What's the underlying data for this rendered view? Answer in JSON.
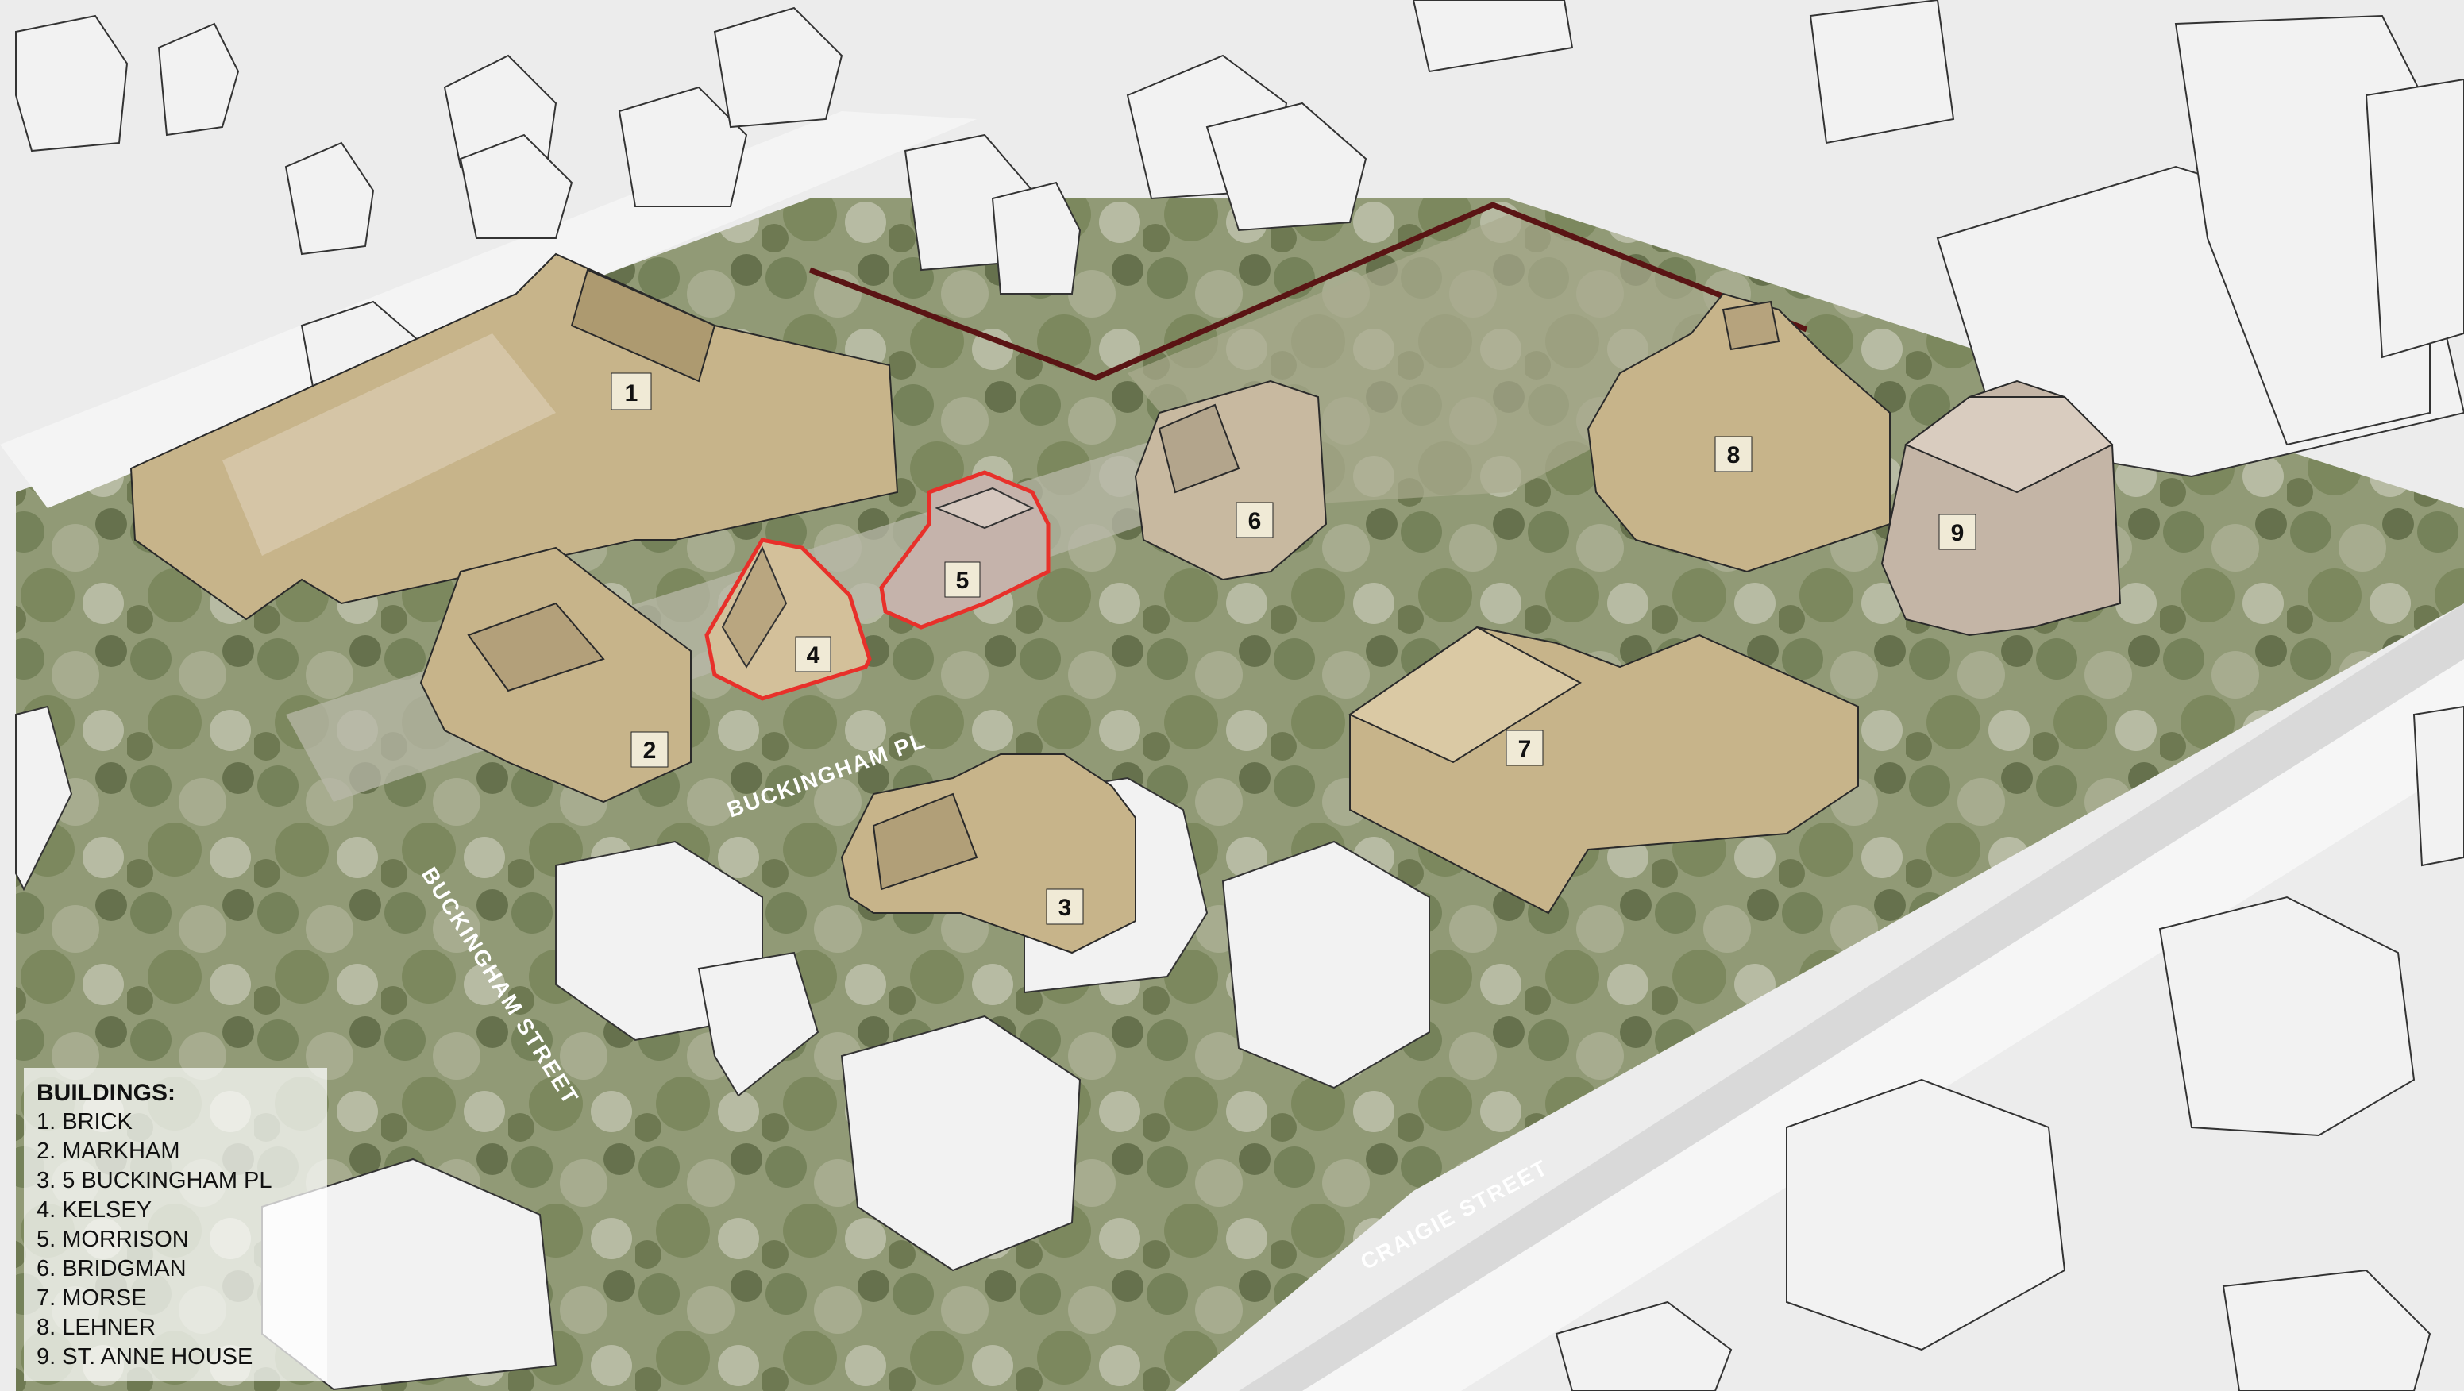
{
  "buildings": [
    {
      "number": "1",
      "fill": "#c7b48a"
    },
    {
      "number": "2",
      "fill": "#c7b48a"
    },
    {
      "number": "3",
      "fill": "#c7b48a"
    },
    {
      "number": "4",
      "fill": "#d3c09a",
      "highlighted": true
    },
    {
      "number": "5",
      "fill": "#c5b3ab",
      "highlighted": true
    },
    {
      "number": "6",
      "fill": "#c8b9a0"
    },
    {
      "number": "7",
      "fill": "#c7b48a"
    },
    {
      "number": "8",
      "fill": "#c7b48a"
    },
    {
      "number": "9",
      "fill": "#c4b5a6"
    }
  ],
  "streets": {
    "buckingham_pl": "BUCKINGHAM PL",
    "buckingham_street": "BUCKINGHAM STREET",
    "craigie_street": "CRAIGIE STREET"
  },
  "legend": {
    "title": "BUILDINGS:",
    "items": [
      "1. BRICK",
      "2. MARKHAM",
      "3. 5 BUCKINGHAM PL",
      "4. KELSEY",
      "5. MORRISON",
      "6. BRIDGMAN",
      "7. MORSE",
      "8. LEHNER",
      "9. ST. ANNE HOUSE"
    ]
  },
  "colors": {
    "highlight_outline": "#e8302a",
    "boundary_line": "#5a1414",
    "tree_canopy": "#7d8a5e",
    "street": "#f4f4f4",
    "context_building": "#f2f2f2"
  }
}
